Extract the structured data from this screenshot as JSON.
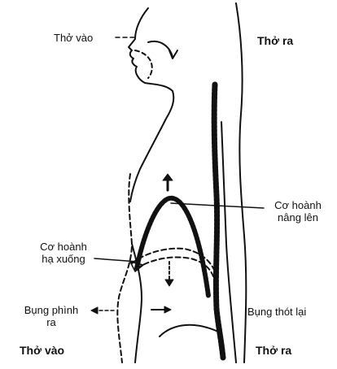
{
  "labels": {
    "tho_vao_top": "Thở vào",
    "tho_ra_top": "Thở ra",
    "co_hoanh_nang_len_line1": "Cơ hoành",
    "co_hoanh_nang_len_line2": "nâng lên",
    "co_hoanh_ha_xuong_line1": "Cơ hoành",
    "co_hoanh_ha_xuong_line2": "hạ xuống",
    "bung_phinh_ra_line1": "Bụng phình",
    "bung_phinh_ra_line2": "ra",
    "bung_thot_lai": "Bụng thót lại",
    "tho_vao_bottom": "Thở vào",
    "tho_ra_bottom": "Thở ra"
  },
  "colors": {
    "ink": "#111111",
    "background": "#ffffff"
  }
}
